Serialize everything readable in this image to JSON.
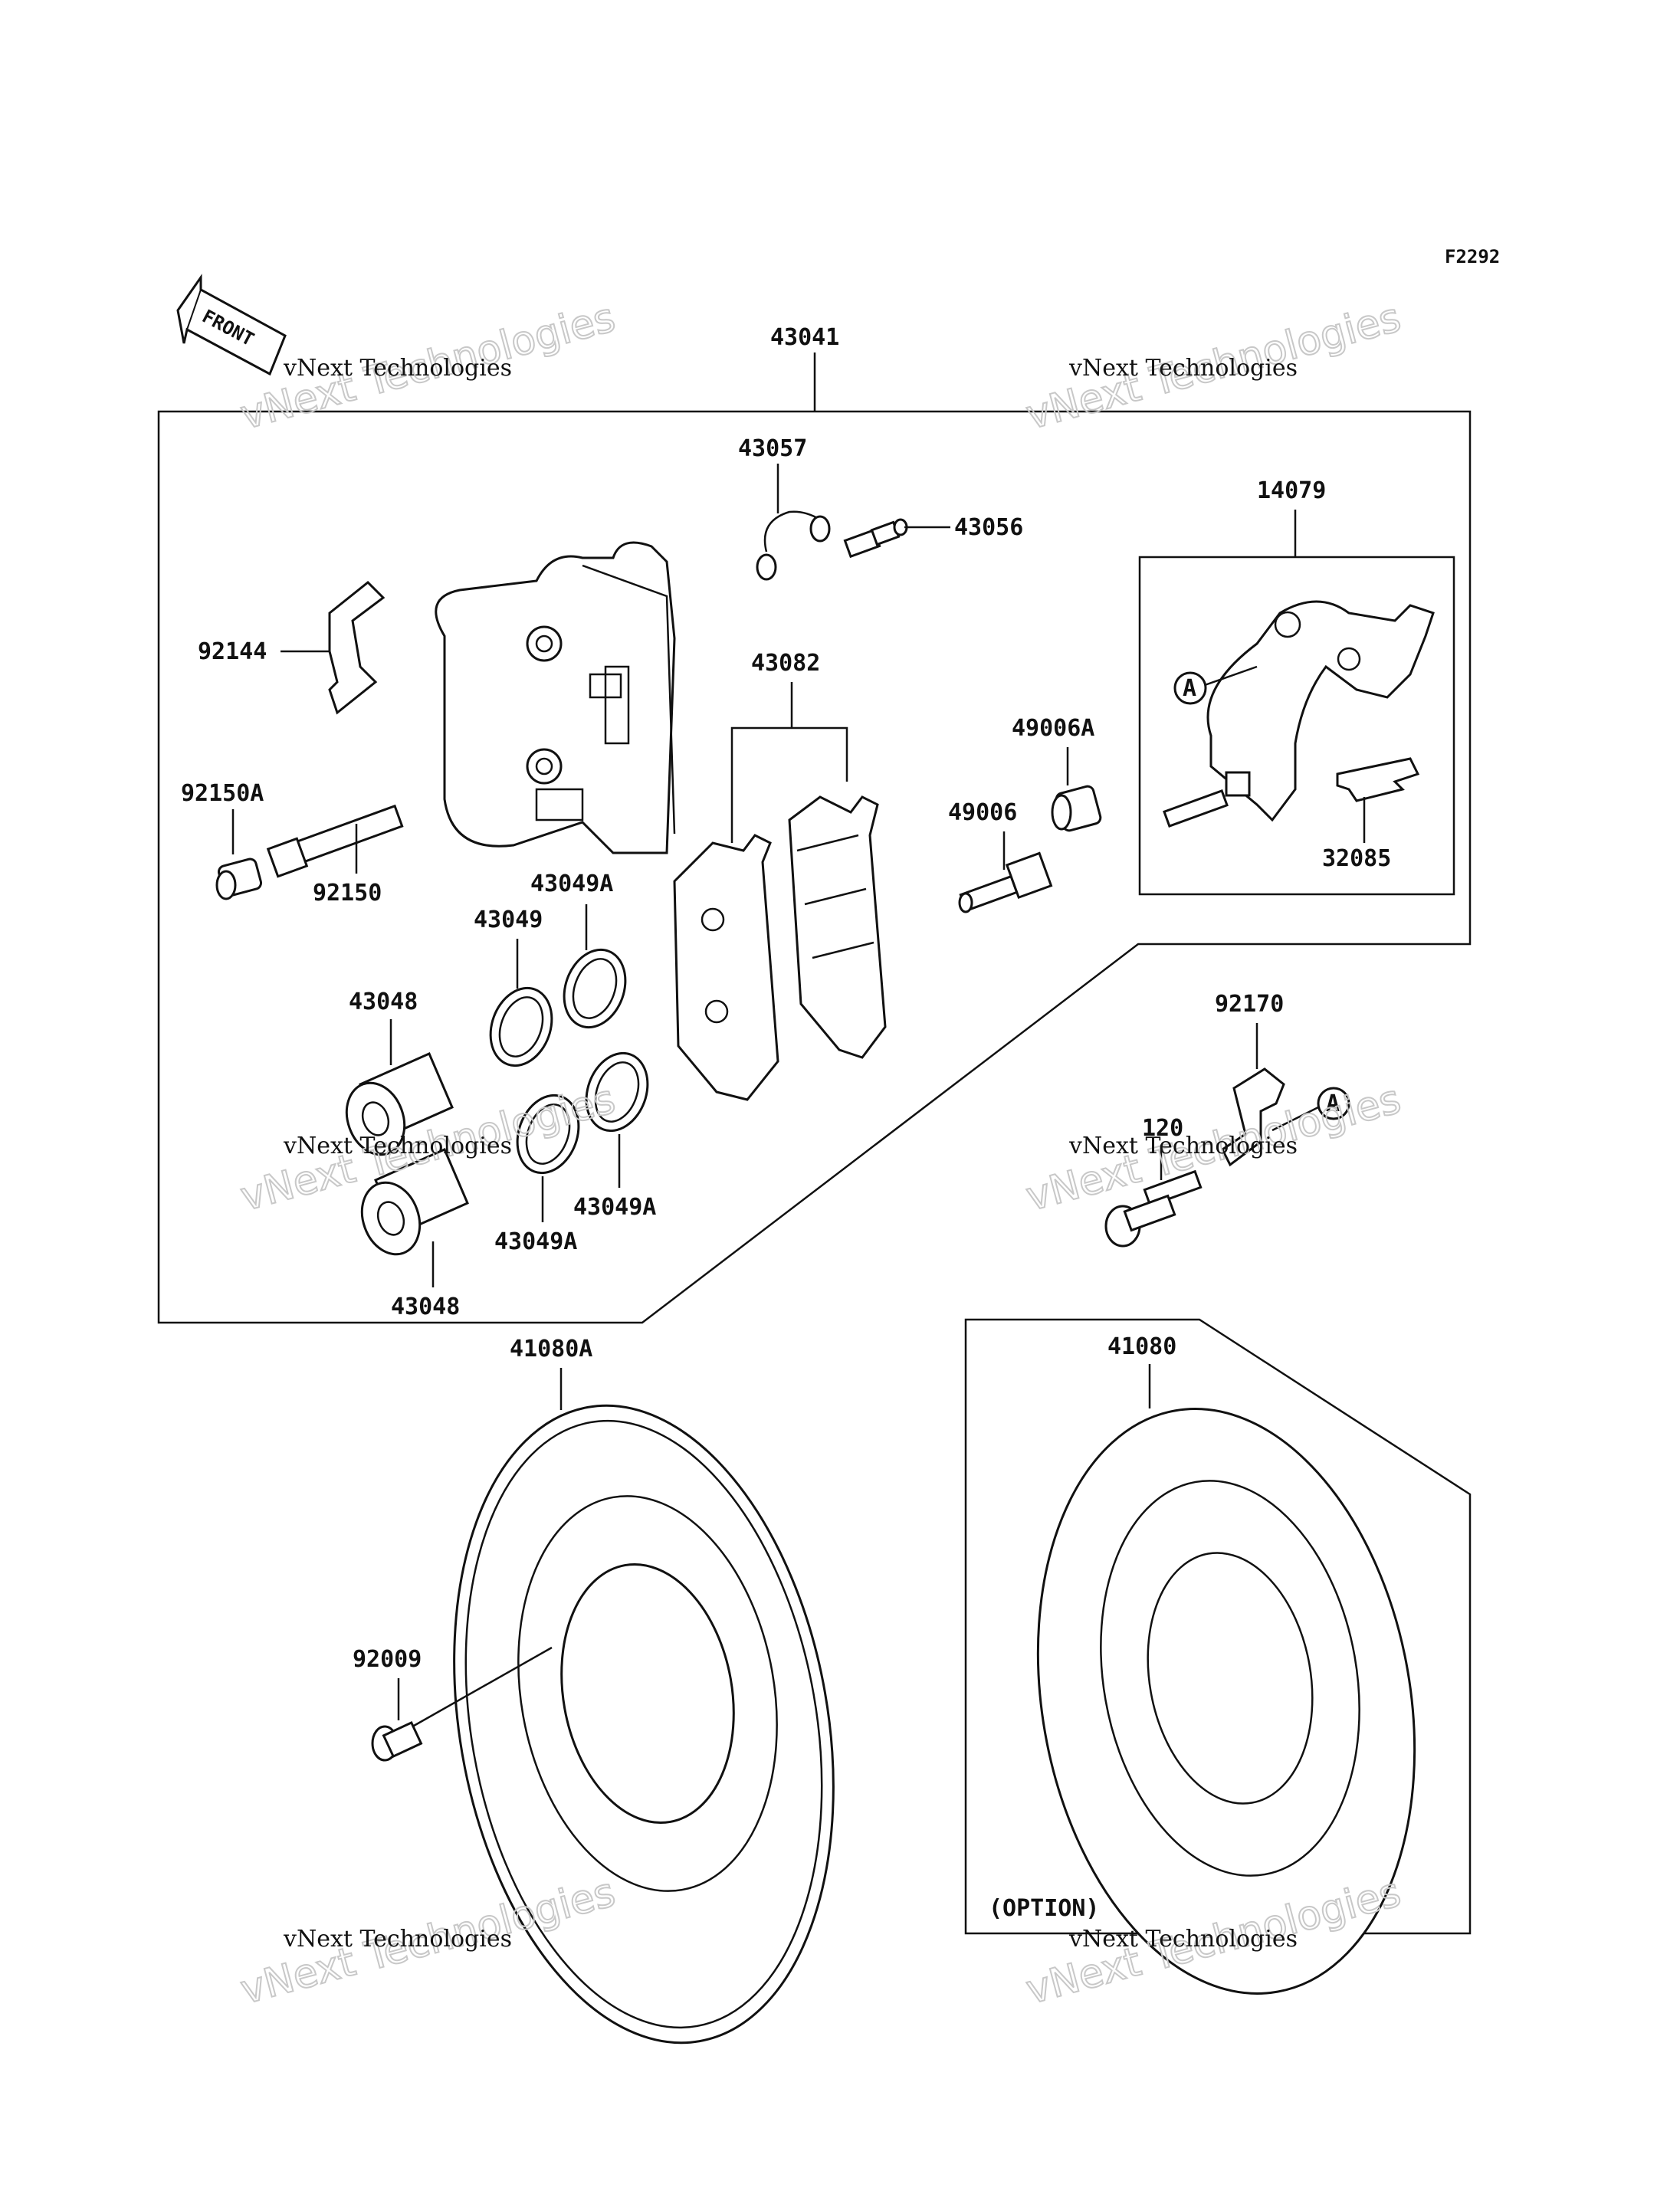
{
  "figure_code": "F2292",
  "front_arrow_label": "FRONT",
  "watermark": {
    "line1": "vNext Technologies",
    "line2": "vNext Technologies"
  },
  "labels": {
    "p43041": "43041",
    "p43057": "43057",
    "p43056": "43056",
    "p14079": "14079",
    "p92144": "92144",
    "p43082": "43082",
    "p49006A": "49006A",
    "p49006": "49006",
    "p92150A": "92150A",
    "p92150": "92150",
    "p32085": "32085",
    "p43049A_top": "43049A",
    "p43049": "43049",
    "p43048_top": "43048",
    "p92170": "92170",
    "p120": "120",
    "p43049A_mid": "43049A",
    "p43049A_bot": "43049A",
    "p43048_bot": "43048",
    "p41080A": "41080A",
    "p41080": "41080",
    "p92009": "92009",
    "option": "(OPTION)",
    "ref_a1": "A",
    "ref_a2": "A"
  }
}
